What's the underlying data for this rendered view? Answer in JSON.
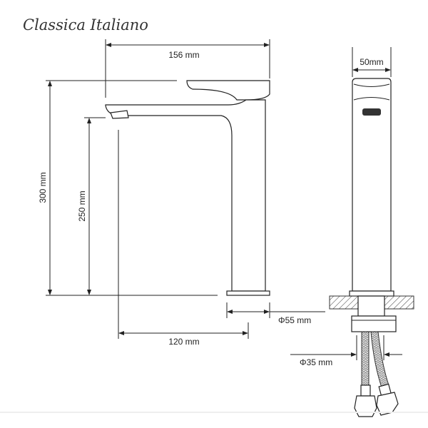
{
  "brand": "Classica Italiano",
  "dimensions": {
    "width": "156 mm",
    "height_total": "300 mm",
    "spout_height": "250 mm",
    "spout_reach": "120 mm",
    "base_diameter": "Φ55 mm",
    "body_depth": "50mm",
    "hole_diameter": "Φ35 mm"
  }
}
